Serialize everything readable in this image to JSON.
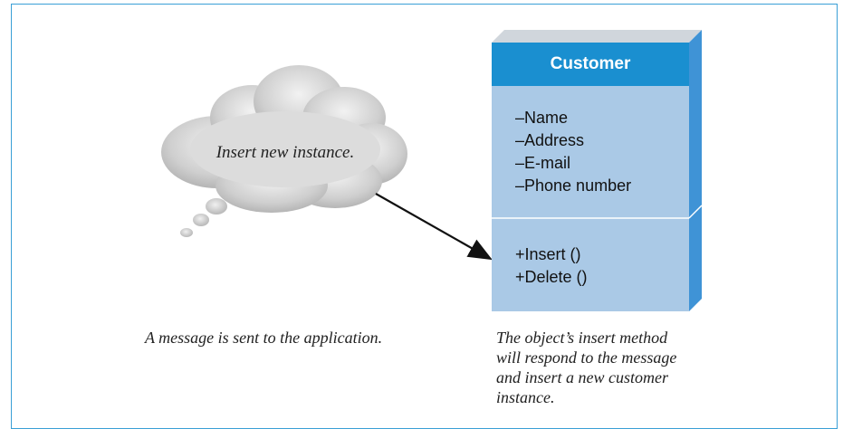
{
  "cloud": {
    "text": "Insert new instance."
  },
  "class_box": {
    "title": "Customer",
    "attributes": [
      "–Name",
      "–Address",
      "–E-mail",
      "–Phone number"
    ],
    "methods": [
      "+Insert ()",
      "+Delete ()"
    ]
  },
  "captions": {
    "left": "A message is sent to the application.",
    "right": [
      "The object’s insert method",
      "will respond to the message",
      "and insert a new customer",
      "instance."
    ]
  },
  "colors": {
    "frame": "#3a9fd6",
    "header": "#1a8fd0",
    "body": "#aac9e6",
    "cloud": "#c8c8c8"
  }
}
